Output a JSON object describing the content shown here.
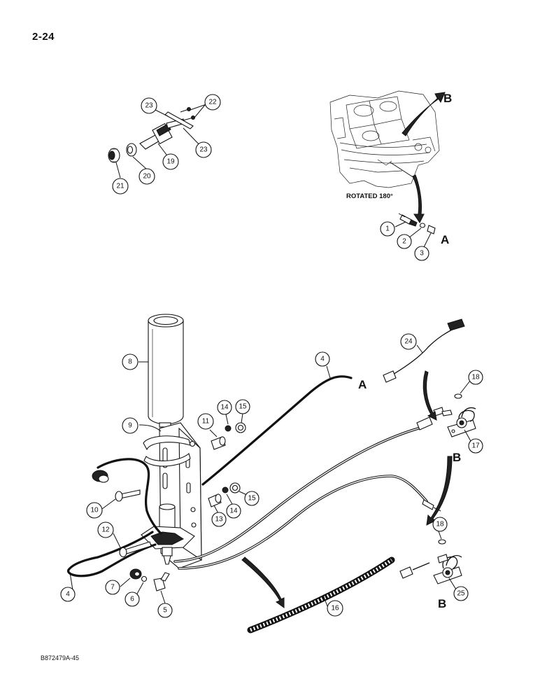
{
  "page": {
    "number": "2-24",
    "figure_id": "B872479A-45"
  },
  "annotations": {
    "rotated": "ROTATED 180°",
    "ref_a_1": "A",
    "ref_a_2": "A",
    "ref_b_1": "B",
    "ref_b_2": "B",
    "ref_b_3": "B"
  },
  "callouts": {
    "c1": "1",
    "c2": "2",
    "c3": "3",
    "c4a": "4",
    "c4b": "4",
    "c5": "5",
    "c6": "6",
    "c7": "7",
    "c8": "8",
    "c9": "9",
    "c10": "10",
    "c11": "11",
    "c12": "12",
    "c13": "13",
    "c14a": "14",
    "c14b": "14",
    "c15a": "15",
    "c15b": "15",
    "c16": "16",
    "c17": "17",
    "c18a": "18",
    "c18b": "18",
    "c19": "19",
    "c20": "20",
    "c21": "21",
    "c22": "22",
    "c23a": "23",
    "c23b": "23",
    "c24": "24",
    "c25": "25"
  }
}
